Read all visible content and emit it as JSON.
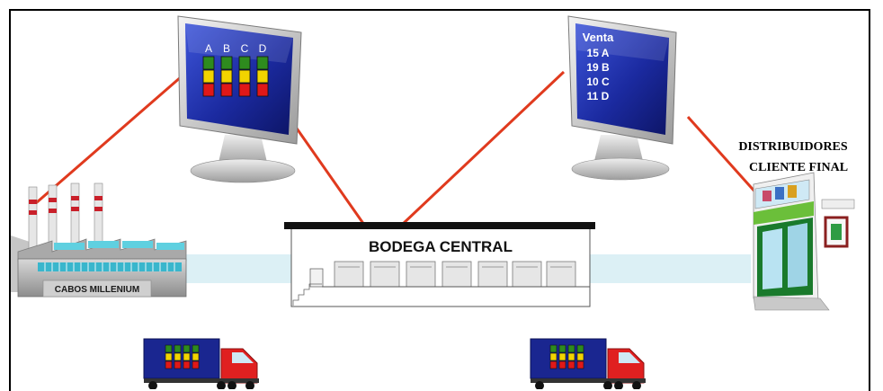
{
  "monitor_left": {
    "columns": [
      "A",
      "B",
      "C",
      "D"
    ]
  },
  "monitor_right": {
    "title": "Venta",
    "lines": [
      "15 A",
      "19 B",
      "10 C",
      "11 D"
    ]
  },
  "warehouse": {
    "label": "BODEGA CENTRAL"
  },
  "factory": {
    "label": "CABOS MILLENIUM"
  },
  "customer": {
    "label_line1": "DISTRIBUIDORES",
    "label_line2": "CLIENTE FINAL"
  },
  "colors": {
    "link_line": "#e03a1e",
    "screen_blue": "#1f2fa3",
    "bar_green": "#2e8b1e",
    "bar_yellow": "#f2d400",
    "bar_red": "#e01818",
    "truck_cab": "#e02020",
    "truck_box": "#1a2690",
    "flow_band": "#d9eef4"
  },
  "icons": [
    "factory-icon",
    "monitor-icon",
    "warehouse-icon",
    "shop-icon",
    "truck-icon"
  ]
}
